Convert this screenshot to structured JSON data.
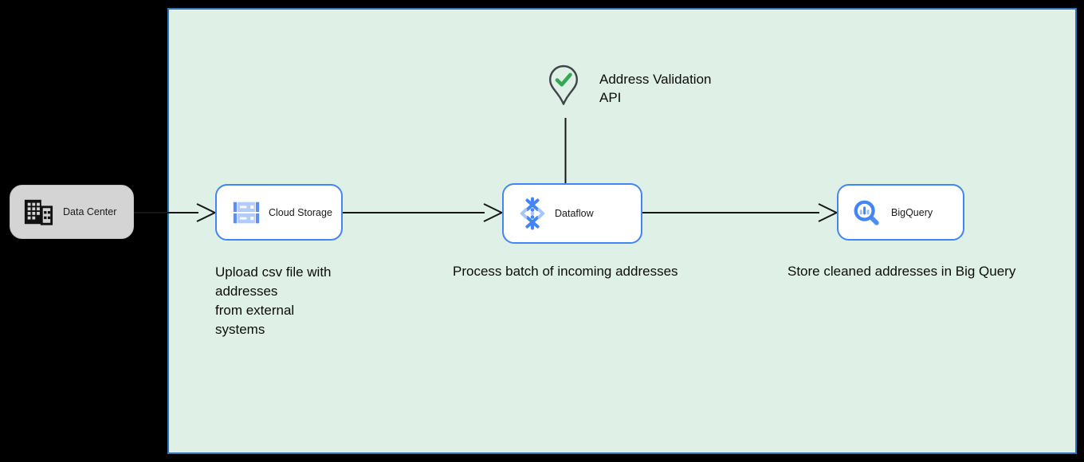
{
  "diagram": {
    "title_hint": "Address validation batch pipeline",
    "boundary": {
      "fill": "#dff0e7",
      "border_color": "#2f73b8"
    },
    "nodes": {
      "data_center": {
        "label": "Data Center",
        "icon": "building-icon",
        "fill": "#d4d4d4"
      },
      "cloud_storage": {
        "label": "Cloud Storage",
        "icon": "cloud-storage-icon",
        "border": "#4285f4"
      },
      "dataflow": {
        "label": "Dataflow",
        "icon": "dataflow-icon",
        "border": "#4285f4"
      },
      "bigquery": {
        "label": "BigQuery",
        "icon": "bigquery-icon",
        "border": "#4285f4"
      }
    },
    "annotations": {
      "api_label": "Address Validation\nAPI",
      "upload_note": "Upload csv file with\naddresses\nfrom external\nsystems",
      "process_note": "Process batch of incoming addresses",
      "store_note": "Store cleaned addresses in Big Query"
    },
    "connectors": [
      {
        "from": "data_center",
        "to": "cloud_storage",
        "style": "open-arrow"
      },
      {
        "from": "cloud_storage",
        "to": "dataflow",
        "style": "open-arrow"
      },
      {
        "from": "dataflow",
        "to": "bigquery",
        "style": "open-arrow"
      },
      {
        "from": "address_validation_pin",
        "to": "dataflow",
        "style": "plain-line"
      }
    ],
    "colors": {
      "page_background": "#000000",
      "connector": "#161616",
      "icon_blue": "#4285f4",
      "icon_blue_light": "#a6c5fa",
      "check_green": "#34a853",
      "pin_outline": "#3f4548",
      "text": "#0c0c0c"
    }
  }
}
